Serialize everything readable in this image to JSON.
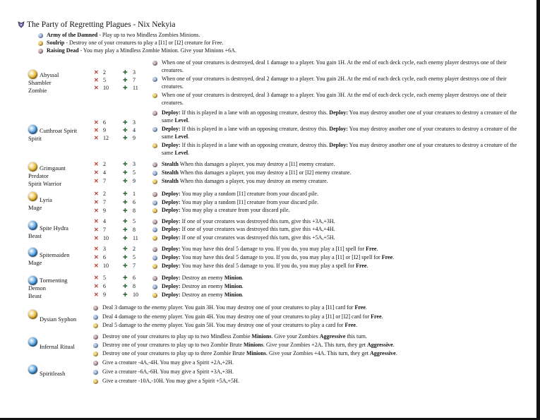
{
  "title": "The Party of Regretting Plagues - Nix Nekyia",
  "abilities": [
    {
      "name": "Army of the Damned",
      "desc": " - Play up to two Mindless Zombies Minions."
    },
    {
      "name": "Soulrip",
      "desc": " - Destroy one of your creatures to play a [I1] or [I2] creature for Free."
    },
    {
      "name": "Raising Dead",
      "desc": " - You may play a Mindless Zombie Minion. Give your Minions +6A."
    }
  ],
  "cards": [
    {
      "name": "Abyssal Shambler Zombie",
      "name_lines": [
        "Abyssal",
        "Shambler",
        "Zombie"
      ],
      "icon_color": "#e8b31f",
      "stats": [
        [
          "2",
          "3"
        ],
        [
          "5",
          "7"
        ],
        [
          "10",
          "11"
        ]
      ],
      "lines": [
        "When one of your creatures is destroyed, deal 1 damage to a player. You gain 1H. At the end of each deck cycle, each enemy player destroys one of their creatures.",
        "When one of your creatures is destroyed, deal 2 damage to a player. You gain 2H. At the end of each deck cycle, each enemy player destroys one of their creatures.",
        "When one of your creatures is destroyed, deal 3 damage to a player. You gain 3H. At the end of each deck cycle, each enemy player destroys one of their creatures."
      ]
    },
    {
      "name": "Cutthroat Spirit Spirit",
      "name_lines": [
        "Cutthroat Spirit",
        "Spirit"
      ],
      "icon_color": "#3a8fd8",
      "stats": [
        [
          "6",
          "3"
        ],
        [
          "9",
          "4"
        ],
        [
          "12",
          "9"
        ]
      ],
      "lines": [
        "<b>Deploy:</b> If this is played in a lane with an opposing creature, destroy this. <b>Deploy:</b> You may destroy another one of your creatures to destroy a creature of the same <b>Level</b>.",
        "<b>Deploy:</b> If this is played in a lane with an opposing creature, destroy this. <b>Deploy:</b> You may destroy another one of your creatures to destroy a creature of the same <b>Level</b>.",
        "<b>Deploy:</b> If this is played in a lane with an opposing creature, destroy this. <b>Deploy:</b> You may destroy another one of your creatures to destroy a creature of the same <b>Level</b>."
      ]
    },
    {
      "name": "Grimgaunt Predator Spirit Warrior",
      "name_lines": [
        "Grimgaunt",
        "Predator",
        "Spirit Warrior"
      ],
      "icon_color": "#e8b31f",
      "stats": [
        [
          "2",
          "3"
        ],
        [
          "4",
          "5"
        ],
        [
          "7",
          "9"
        ]
      ],
      "lines": [
        "<b>Stealth</b> When this damages a player, you may destroy a [I1] enemy creature.",
        "<b>Stealth</b> When this damages a player, you may destroy a [I1] or [I2] enemy creature.",
        "<b>Stealth</b> When this damages a player, you may destroy an enemy creature."
      ]
    },
    {
      "name": "Lyria Mage",
      "name_lines": [
        "Lyria",
        "Mage"
      ],
      "icon_color": "#e8b31f",
      "stats": [
        [
          "2",
          "1"
        ],
        [
          "7",
          "6"
        ],
        [
          "9",
          "8"
        ]
      ],
      "lines": [
        "<b>Deploy:</b> You may play a random [I1] creature from your discard pile.",
        "<b>Deploy:</b> You may play a random [I1] creature from your discard pile.",
        "<b>Deploy:</b> You may play a creature from your discard pile."
      ]
    },
    {
      "name": "Spite Hydra Beast",
      "name_lines": [
        "Spite Hydra",
        "Beast"
      ],
      "icon_color": "#3a8fd8",
      "stats": [
        [
          "4",
          "5"
        ],
        [
          "7",
          "8"
        ],
        [
          "10",
          "11"
        ]
      ],
      "lines": [
        "<b>Deploy:</b> If one of your creatures was destroyed this turn, give this +3A,+3H.",
        "<b>Deploy:</b> If one of your creatures was destroyed this turn, give this +4A,+4H.",
        "<b>Deploy:</b> If one of your creatures was destroyed this turn, give this +5A,+5H."
      ]
    },
    {
      "name": "Spitemaiden Mage",
      "name_lines": [
        "Spitemaiden",
        "Mage"
      ],
      "icon_color": "#3a8fd8",
      "stats": [
        [
          "3",
          "2"
        ],
        [
          "6",
          "5"
        ],
        [
          "10",
          "7"
        ]
      ],
      "lines": [
        "<b>Deploy:</b> You may have this deal 5 damage to you. If you do, you may play a [I1] spell for <b>Free</b>.",
        "<b>Deploy:</b> You may have this deal 5 damage to you. If you do, you may play a [I1] or [I2] spell for <b>Free</b>.",
        "<b>Deploy:</b> You may have this deal 5 damage to you. If you do, you may play a spell for <b>Free</b>."
      ]
    },
    {
      "name": "Tormenting Demon Beast",
      "name_lines": [
        "Tormenting",
        "Demon",
        "Beast"
      ],
      "icon_color": "#3a8fd8",
      "stats": [
        [
          "5",
          "6"
        ],
        [
          "6",
          "8"
        ],
        [
          "9",
          "10"
        ]
      ],
      "lines": [
        "<b>Deploy:</b> Destroy an enemy <b>Minion</b>.",
        "<b>Deploy:</b> Destroy an enemy <b>Minion</b>.",
        "<b>Deploy:</b> Destroy an enemy <b>Minion</b>."
      ]
    },
    {
      "name": "Dysian Syphon",
      "name_lines": [
        "Dysian Syphon"
      ],
      "icon_color": "#e8b31f",
      "stats": [],
      "lines": [
        "Deal 3 damage to the enemy player. You gain 3H. You may destroy one of your creatures to play a [I1] card for <b>Free</b>.",
        "Deal 4 damage to the enemy player. You gain 4H. You may destroy one of your creatures to play a [I1] or [I2] card for <b>Free</b>.",
        "Deal 5 damage to the enemy player. You gain 5H. You may destroy one of your creatures to play a card for <b>Free</b>."
      ]
    },
    {
      "name": "Infernal Ritual",
      "name_lines": [
        "Infernal Ritual"
      ],
      "icon_color": "#3a8fd8",
      "stats": [],
      "lines": [
        "Destroy one of your creatures to play up to two Mindless Zombie <b>Minions</b>. Give your Zombies <b>Aggressive</b> this turn.",
        "Destroy one of your creatures to play up to two Zombie Brute <b>Minions</b>. Give your Zombies +2A. This turn, they get <b>Aggressive</b>.",
        "Destroy one of your creatures to play up to three Zombie Brute <b>Minions</b>. Give your Zombies +4A. This turn, they get <b>Aggressive</b>."
      ]
    },
    {
      "name": "Spiritleash",
      "name_lines": [
        "Spiritleash"
      ],
      "icon_color": "#3a8fd8",
      "stats": [],
      "lines": [
        "Give a creature -4A,-4H. You may give a Spirit +2A,+2H.",
        "Give a creature -6A,-6H. You may give a Spirit +3A,+3H.",
        "Give a creature -10A,-10H. You may give a Spirit +5A,+5H."
      ]
    }
  ]
}
